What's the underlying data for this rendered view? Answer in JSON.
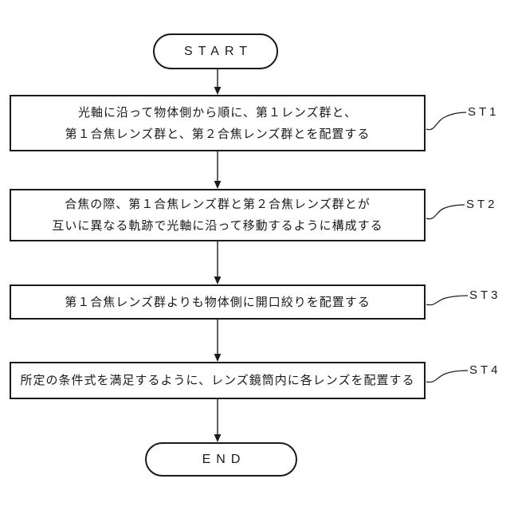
{
  "figure": {
    "start_label": "START",
    "end_label": "END",
    "steps": [
      {
        "label": "ST1",
        "lines": [
          "光軸に沿って物体側から順に、第１レンズ群と、",
          "第１合焦レンズ群と、第２合焦レンズ群とを配置する"
        ]
      },
      {
        "label": "ST2",
        "lines": [
          "合焦の際、第１合焦レンズ群と第２合焦レンズ群とが",
          "互いに異なる軌跡で光軸に沿って移動するように構成する"
        ]
      },
      {
        "label": "ST3",
        "lines": [
          "第１合焦レンズ群よりも物体側に開口絞りを配置する"
        ]
      },
      {
        "label": "ST4",
        "lines": [
          "所定の条件式を満足するように、レンズ鏡筒内に各レンズを配置する"
        ]
      }
    ],
    "colors": {
      "line": "#1a1a1a",
      "text": "#1a1a1a",
      "background": "#ffffff"
    }
  }
}
